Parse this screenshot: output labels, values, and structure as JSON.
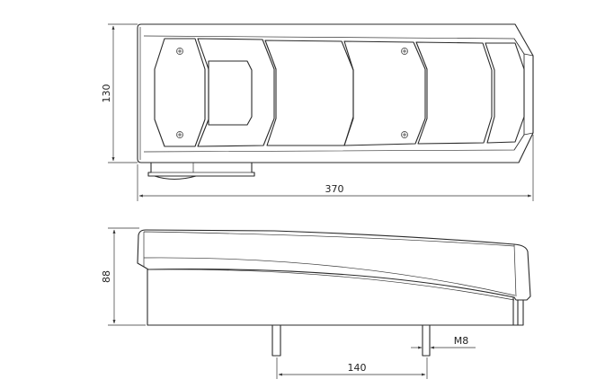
{
  "top_view": {
    "height_dimension": "130",
    "width_dimension": "370"
  },
  "side_view": {
    "height_dimension": "88",
    "stud_spacing_dimension": "140",
    "thread_label": "M8"
  }
}
